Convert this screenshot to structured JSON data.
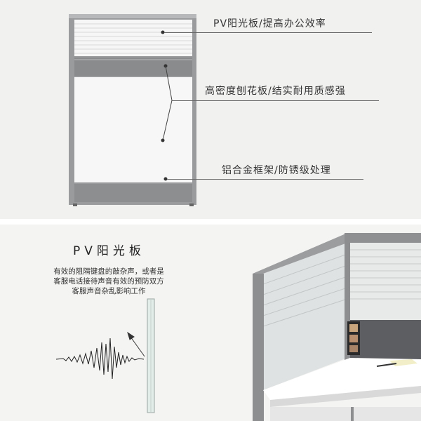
{
  "callouts": {
    "pv_board": "PV阳光板/提高办公效率",
    "density_board": "高密度刨花板/结实耐用质感强",
    "alloy_frame": "铝合金框架/防锈级处理"
  },
  "feature": {
    "title": "PV阳光板",
    "description_lines": [
      "有效的阻隔键盘的敲杂声，或者是",
      "客服电话接待声音有效的预防双方",
      "客服声音杂乱影响工作"
    ]
  },
  "colors": {
    "frame": "#8e8f91",
    "board": "#f8f8f8",
    "background": "#f1f1f0"
  },
  "icons": [
    "sound-wave-icon",
    "glass-panel-icon",
    "reflect-arrow-icon"
  ]
}
